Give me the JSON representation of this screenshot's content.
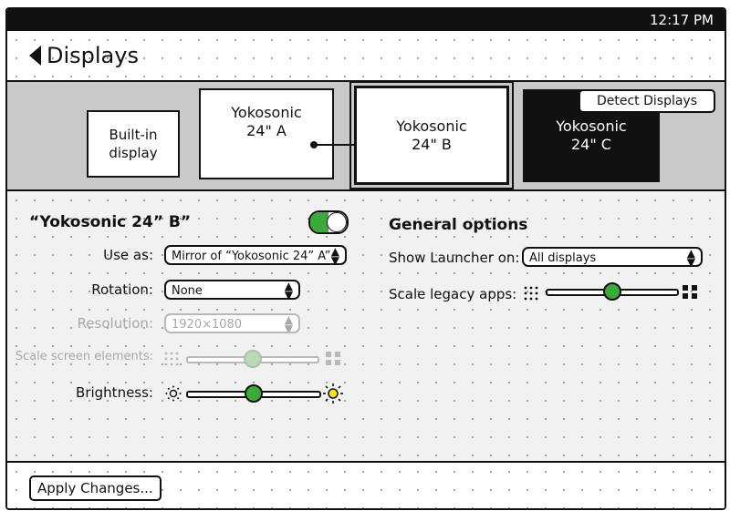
{
  "status": {
    "time": "12:17 PM"
  },
  "header": {
    "title": "Displays"
  },
  "displays": {
    "builtin": "Built-in\ndisplay",
    "a": "Yokosonic\n24\" A",
    "b": "Yokosonic\n24\" B",
    "c": "Yokosonic\n24\" C",
    "detect_label": "Detect Displays"
  },
  "display_settings": {
    "title": "“Yokosonic 24” B”",
    "enabled": true,
    "use_as_label": "Use as:",
    "use_as_value": "Mirror of “Yokosonic 24” A”",
    "rotation_label": "Rotation:",
    "rotation_value": "None",
    "resolution_label": "Resolution:",
    "resolution_value": "1920×1080",
    "scale_label": "Scale screen elements:",
    "scale_level": 0.5,
    "brightness_label": "Brightness:",
    "brightness_level": 0.5
  },
  "general": {
    "title": "General options",
    "launcher_label": "Show Launcher on:",
    "launcher_value": "All displays",
    "legacy_label": "Scale legacy apps:",
    "legacy_level": 0.5
  },
  "footer": {
    "apply_label": "Apply Changes..."
  },
  "colors": {
    "accent": "#3aaa3a",
    "sun_bright": "#f2e21a",
    "strip": "#c9c9c9"
  }
}
